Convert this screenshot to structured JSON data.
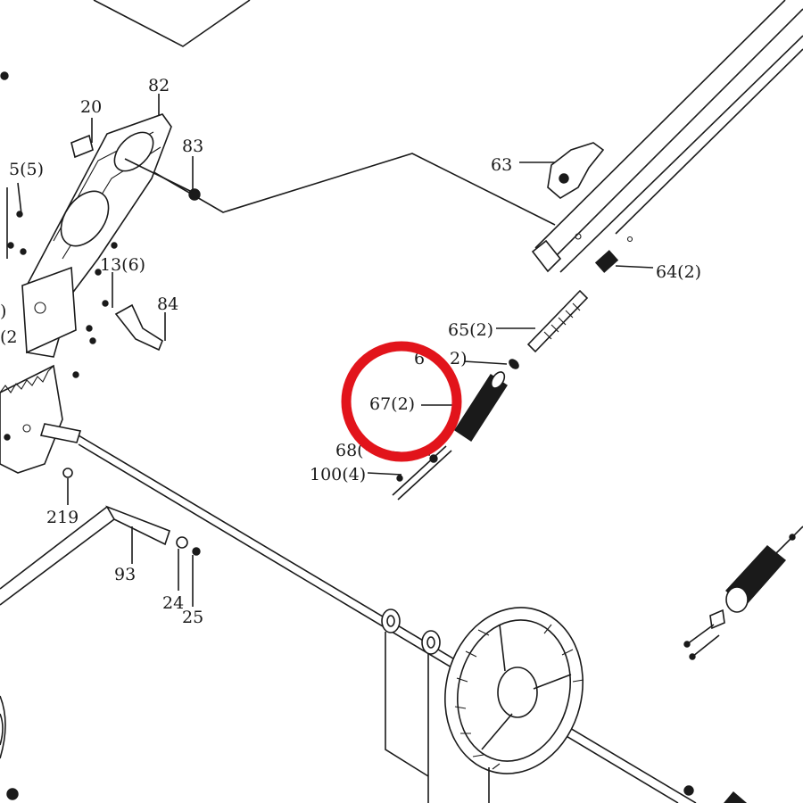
{
  "diagram": {
    "callouts": [
      {
        "id": "c-82",
        "text": "82"
      },
      {
        "id": "c-20",
        "text": "20"
      },
      {
        "id": "c-83",
        "text": "83"
      },
      {
        "id": "c-5",
        "text": "5(5)"
      },
      {
        "id": "c-13",
        "text": "13(6)"
      },
      {
        "id": "c-84",
        "text": "84"
      },
      {
        "id": "c-63",
        "text": "63"
      },
      {
        "id": "c-64",
        "text": "64(2)"
      },
      {
        "id": "c-65",
        "text": "65(2)"
      },
      {
        "id": "c-66",
        "text": "6"
      },
      {
        "id": "c-66b",
        "text": "2)"
      },
      {
        "id": "c-67",
        "text": "67(2)"
      },
      {
        "id": "c-68",
        "text": "68("
      },
      {
        "id": "c-100",
        "text": "100(4)"
      },
      {
        "id": "c-219",
        "text": "219"
      },
      {
        "id": "c-93",
        "text": "93"
      },
      {
        "id": "c-24",
        "text": "24"
      },
      {
        "id": "c-25",
        "text": "25"
      },
      {
        "id": "c-edge-1",
        "text": ")"
      },
      {
        "id": "c-edge-2",
        "text": "(2"
      }
    ],
    "highlight": {
      "color": "#e2141b",
      "target": "67(2)"
    },
    "line_color": "#1a1a1a"
  }
}
